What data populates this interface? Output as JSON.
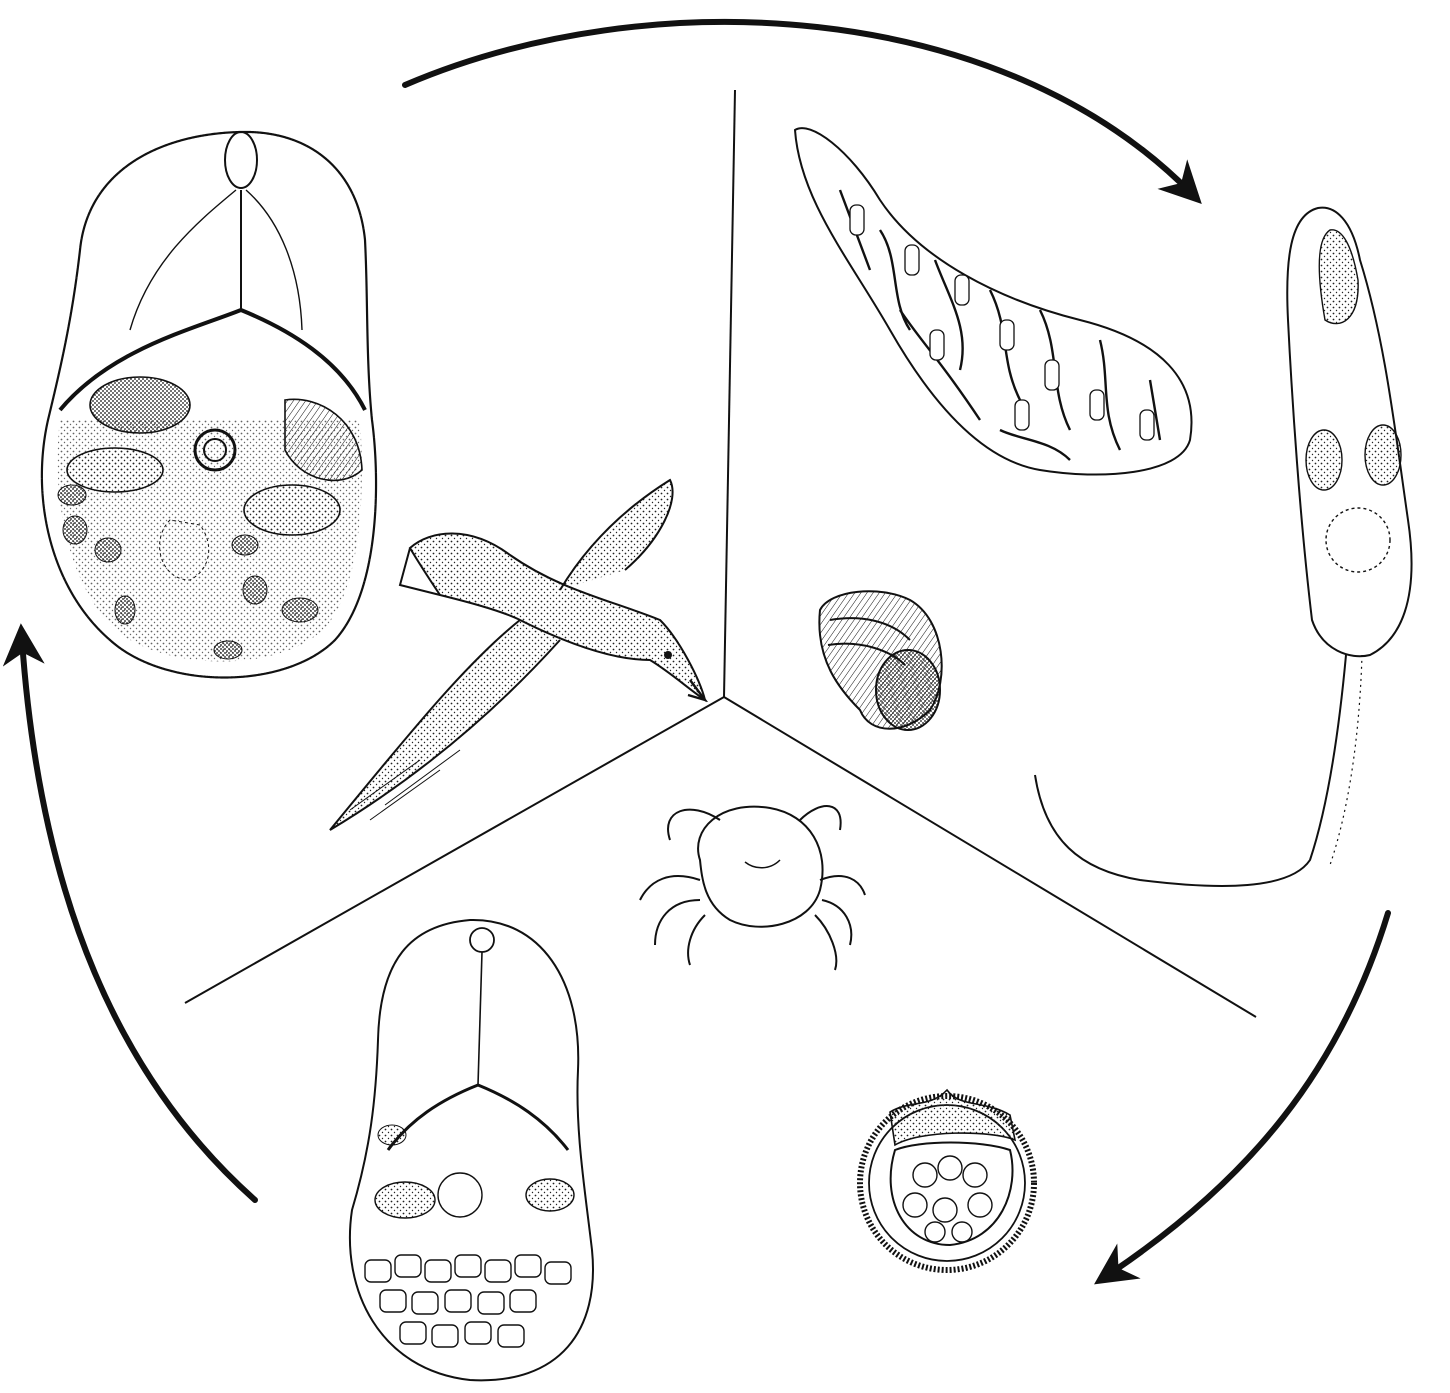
{
  "diagram": {
    "kind": "parasite-life-cycle-illustration",
    "sectors": [
      {
        "host": "gull",
        "stage": "adult-fluke"
      },
      {
        "host": "snail",
        "stages": [
          "sporocyst",
          "cercaria"
        ]
      },
      {
        "host": "crab",
        "stages": [
          "egg-miracidium",
          "metacercaria"
        ]
      }
    ],
    "cycle_direction": "clockwise",
    "ink_color": "#111111",
    "background_color": "#ffffff"
  }
}
